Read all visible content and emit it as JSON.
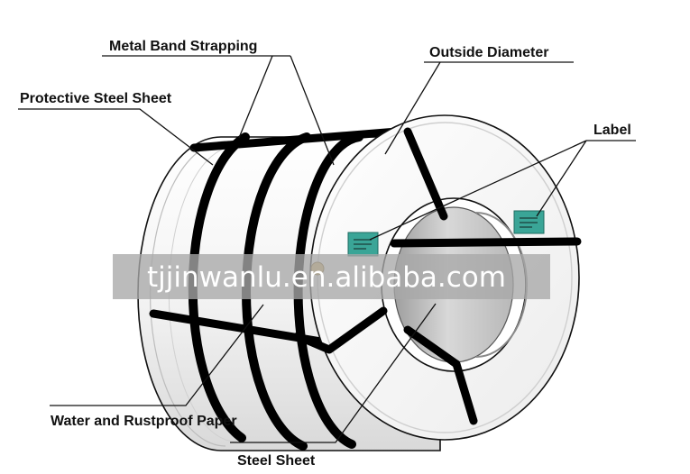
{
  "labels": {
    "metal_band_strapping": "Metal Band Strapping",
    "protective_steel_sheet": "Protective Steel Sheet",
    "outside_diameter": "Outside Diameter",
    "label": "Label",
    "water_rustproof_paper": "Water and Rustproof Paper",
    "steel_sheet": "Steel Sheet"
  },
  "watermark": {
    "text": "tjjinwanlu.en.alibaba.com"
  },
  "colors": {
    "outline": "#111111",
    "band": "#000000",
    "coil_body": "#f2f2f2",
    "bore": "#cfcfcf",
    "label_tag": "#3aa597",
    "watermark_band": "#a8a8a8"
  }
}
